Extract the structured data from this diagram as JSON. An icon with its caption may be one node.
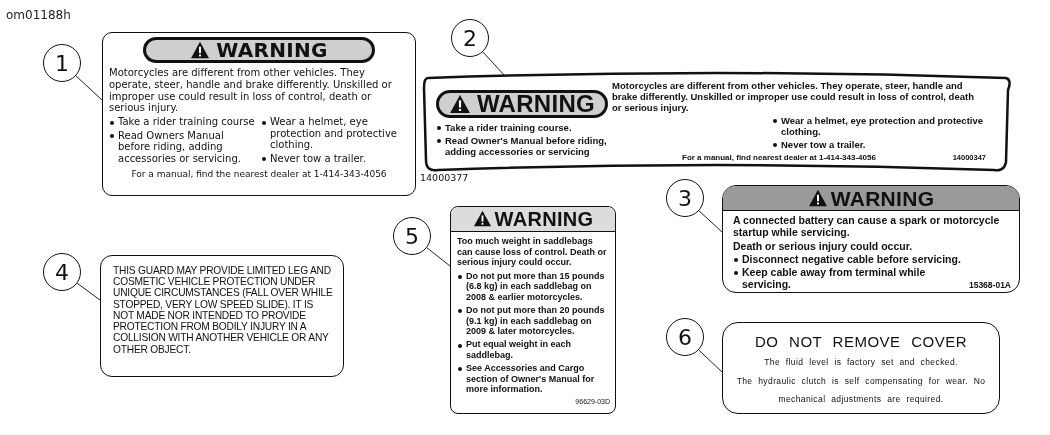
{
  "diagram": {
    "nodes": [
      {
        "text": [
          "1"
        ]
      },
      {
        "text": [
          "WARNING",
          "Motorcycles are different from other vehicles. They operate, steer, handle and brake differently. Unskilled or improper use could result in loss of control, death or serious injury.",
          "Take a rider training course",
          "Read Owners Manual before riding, adding accessories or servicing.",
          "Wear a helmet, eye protection and protective clothing.",
          "Never tow a trailer.",
          "For a manual, find the nearest dealer at 1-414-343-4056"
        ],
        "beside": [
          "14000377"
        ]
      },
      {
        "text": [
          "2"
        ]
      },
      {
        "text": [
          "WARNING",
          "Motorcycles are different from other vehicles. They operate, steer, handle and brake differently. Unskilled or improper use could result in loss of control, death or serious injury.",
          "Take a rider training course.",
          "Read Owner's Manual before riding, adding accessories or servicing",
          "Wear a helmet, eye protection and protective clothing.",
          "Never tow a trailer.",
          "For a manual, find nearest dealer at 1-414-343-4056",
          "14000347"
        ]
      },
      {
        "text": [
          "3"
        ]
      },
      {
        "text": [
          "WARNING",
          "A connected battery can cause a spark or motorcycle startup while servicing.",
          "Death or serious injury could occur.",
          "Disconnect negative cable before servicing.",
          "Keep cable away from terminal while servicing.",
          "15368-01A"
        ]
      },
      {
        "text": [
          "4"
        ]
      },
      {
        "text": [
          "THIS GUARD MAY PROVIDE LIMITED LEG AND COSMETIC VEHICLE PROTECTION UNDER UNIQUE CIRCUMSTANCES (FALL OVER WHILE STOPPED, VERY LOW SPEED SLIDE). IT IS NOT MADE NOR INTENDED TO PROVIDE PROTECTION FROM BODILY INJURY IN A COLLISION WITH ANOTHER VEHICLE OR ANY OTHER OBJECT."
        ]
      },
      {
        "text": [
          "5"
        ]
      },
      {
        "text": [
          "WARNING",
          "Too much weight in saddlebags can cause loss of control. Death or serious injury could occur.",
          "Do not put more than 15 pounds (6.8 kg) in each saddlebag on 2008 & earlier motorcycles.",
          "Do not put more than 20 pounds (9.1 kg) in each saddlebag on 2009 & later motorcycles.",
          "Put equal weight in each saddlebag.",
          "See Accessories and Cargo section of Owner's Manual for more information.",
          "96629-03D"
        ]
      },
      {
        "text": [
          "6"
        ]
      },
      {
        "text": [
          "DO NOT REMOVE COVER",
          "The fluid level is factory set and checked.",
          "The hydraulic clutch is self compensating for wear. No mechanical adjustments are required."
        ]
      }
    ],
    "edges": [
      {
        "from": 0,
        "to": 1,
        "arrow": "none"
      },
      {
        "from": 2,
        "to": 3,
        "arrow": "none"
      },
      {
        "from": 4,
        "to": 5,
        "arrow": "none"
      },
      {
        "from": 6,
        "to": 7,
        "arrow": "none"
      },
      {
        "from": 8,
        "to": 9,
        "arrow": "none"
      },
      {
        "from": 10,
        "to": 11,
        "arrow": "none"
      }
    ],
    "labels": [
      "om01188h"
    ]
  }
}
